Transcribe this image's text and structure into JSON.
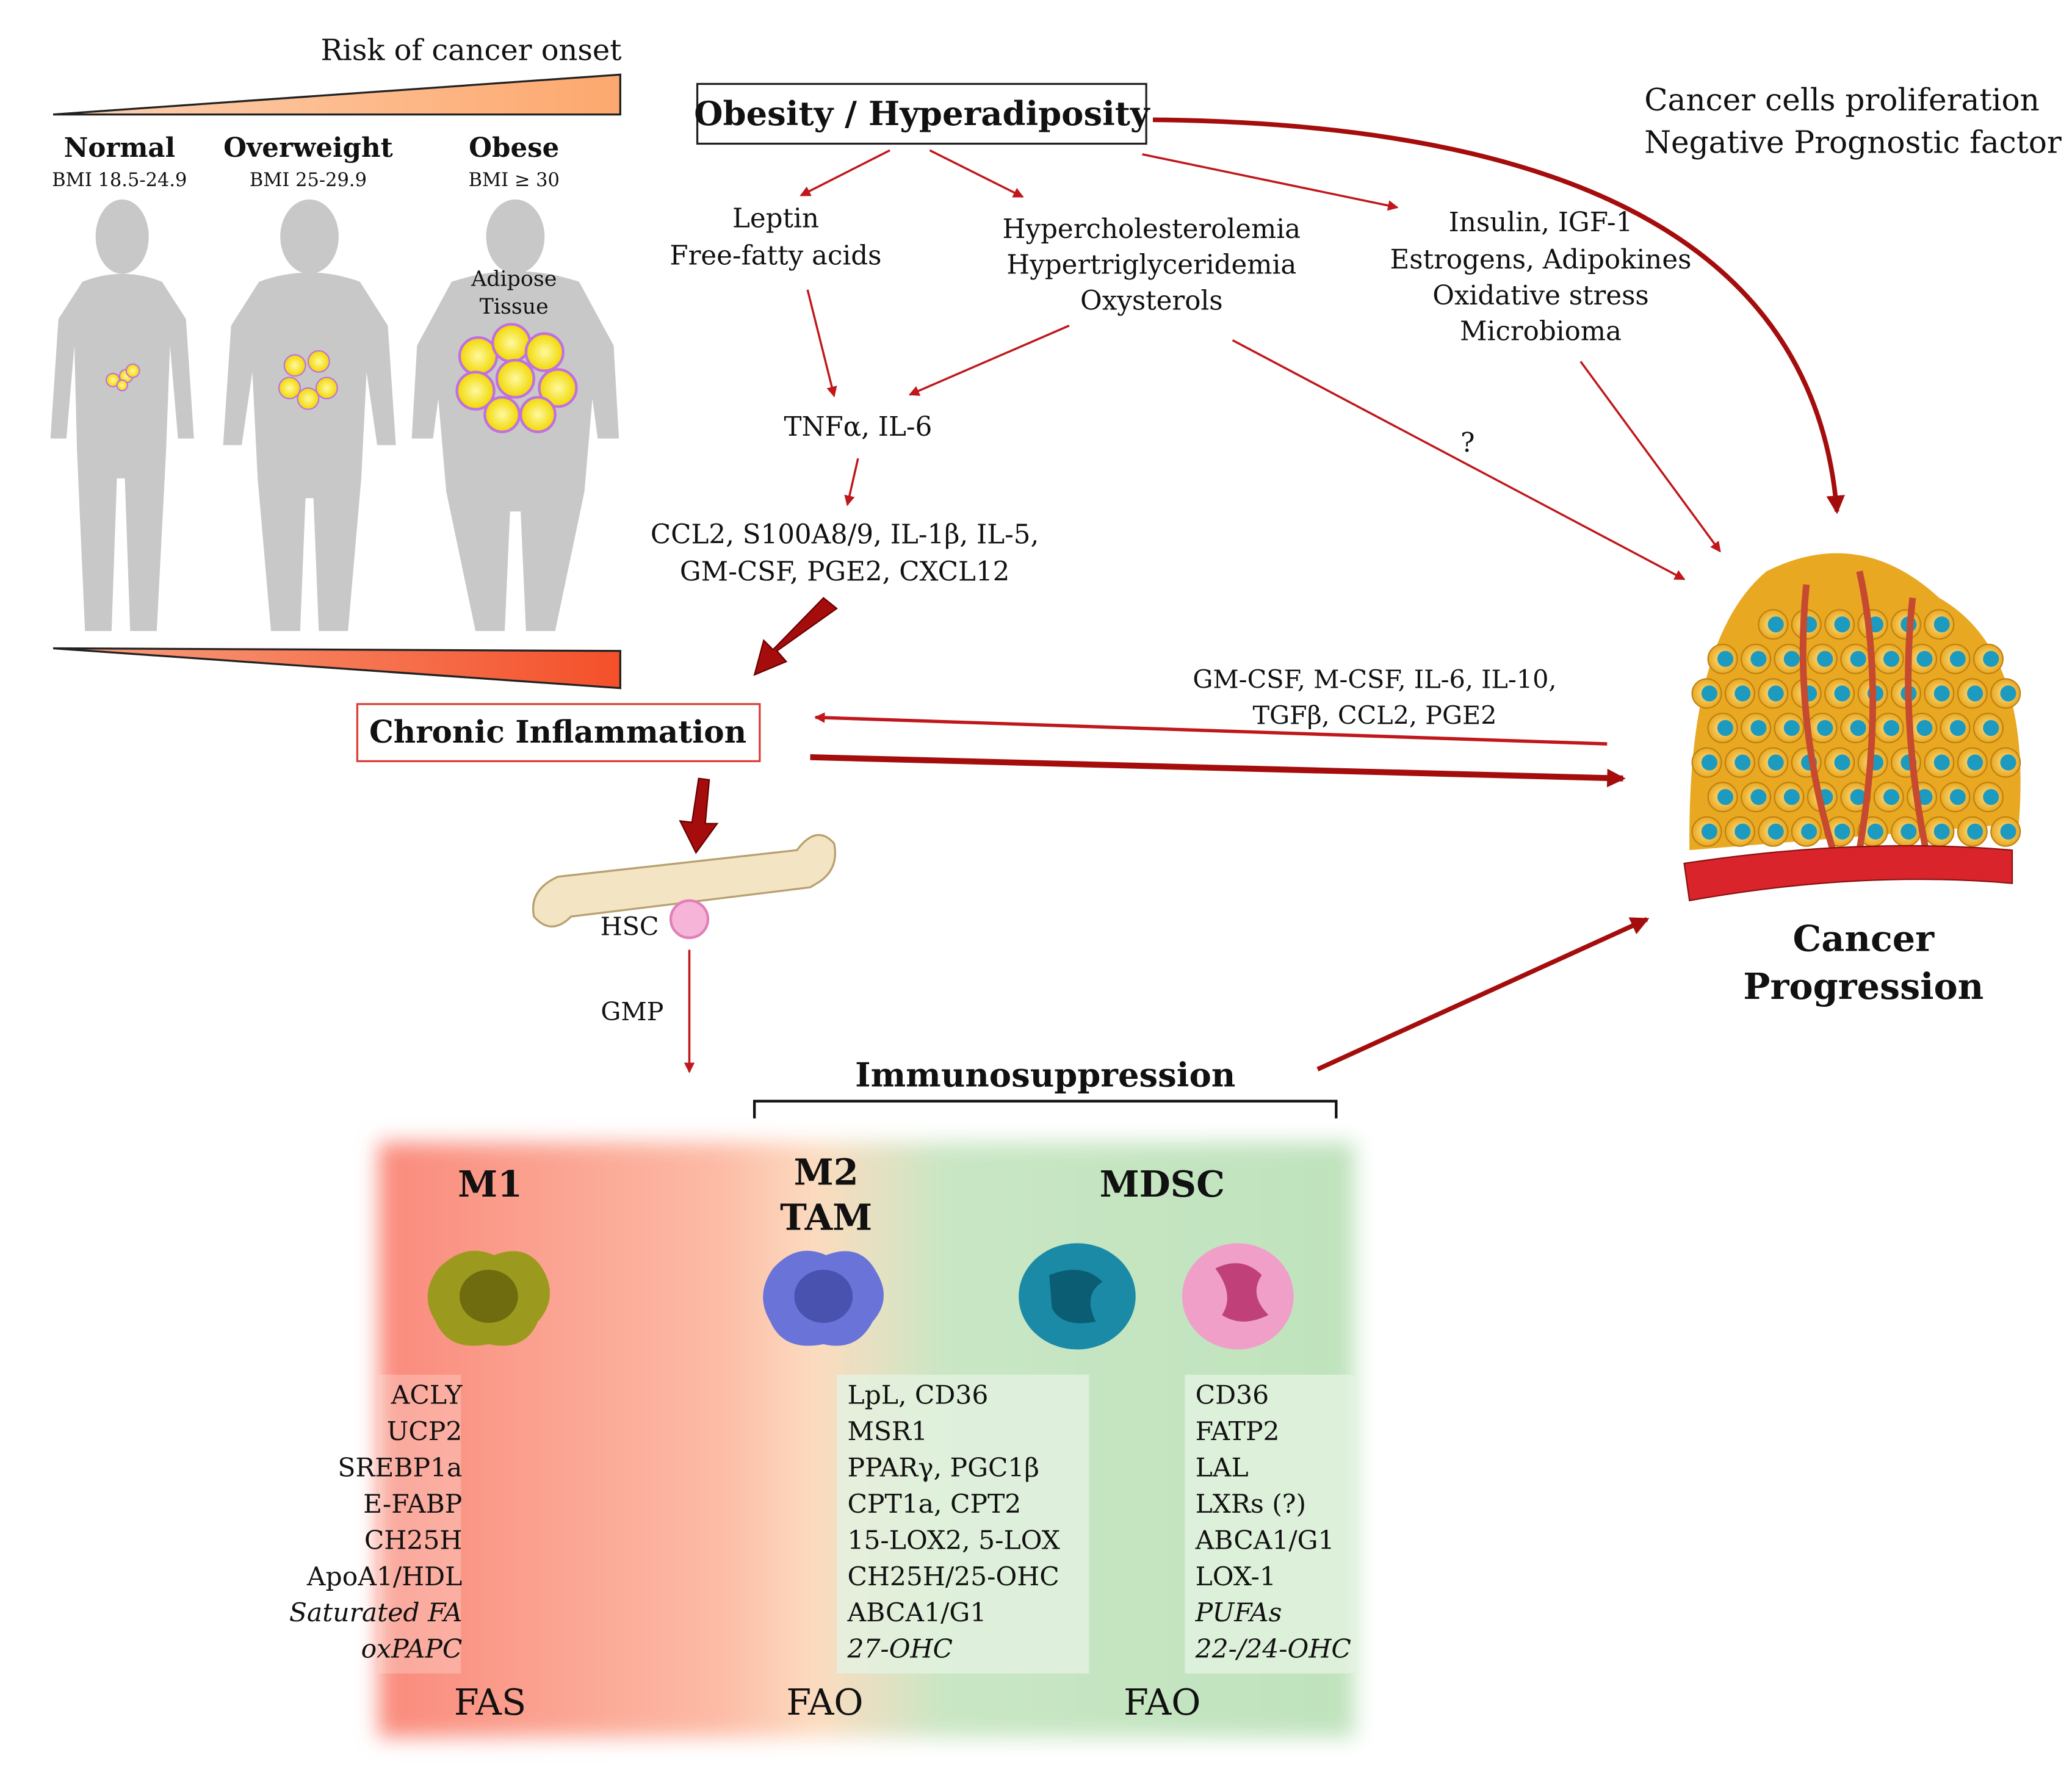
{
  "risk": {
    "label": "Risk of cancer onset"
  },
  "bmi_groups": [
    {
      "name": "Normal",
      "bmi": "BMI 18.5-24.9"
    },
    {
      "name": "Overweight",
      "bmi": "BMI 25-29.9"
    },
    {
      "name": "Obese",
      "bmi": "BMI ≥ 30"
    }
  ],
  "adipose_label": [
    "Adipose",
    "Tissue"
  ],
  "obesity_box": "Obesity / Hyperadiposity",
  "leptin": [
    "Leptin",
    "Free-fatty acids"
  ],
  "lipids": [
    "Hypercholesterolemia",
    "Hypertriglyceridemia",
    "Oxysterols"
  ],
  "insulin": [
    "Insulin, IGF-1",
    "Estrogens, Adipokines",
    "Oxidative stress",
    "Microbioma"
  ],
  "prolif": [
    "Cancer cells proliferation",
    "Negative Prognostic factor"
  ],
  "tnf": "TNFα, IL-6",
  "question": "?",
  "cytokines": [
    "CCL2, S100A8/9, IL-1β, IL-5,",
    "GM-CSF, PGE2, CXCL12"
  ],
  "chronic_box": "Chronic Inflammation",
  "tumor_factors": [
    "GM-CSF, M-CSF, IL-6, IL-10,",
    "TGFβ, CCL2, PGE2"
  ],
  "cancer": [
    "Cancer",
    "Progression"
  ],
  "hsc": "HSC",
  "gmp": "GMP",
  "immunosuppression": "Immunosuppression",
  "colors": {
    "arrow": "#c0171b",
    "dark_arrow": "#a50d0d",
    "m1_panel": "#f98a7c",
    "m2_panel": "#bfe3bd",
    "risk_top": "#fdb07a",
    "risk_bottom": "#f4502a"
  },
  "panels": {
    "m1": {
      "title": "M1",
      "items": [
        "ACLY",
        "UCP2",
        "SREBP1a",
        "E-FABP",
        "CH25H",
        "ApoA1/HDL",
        "Saturated FA",
        "oxPAPC"
      ],
      "italic_from": 6,
      "outcome": "FAS"
    },
    "m2": {
      "title": [
        "M2",
        "TAM"
      ],
      "items": [
        "LpL, CD36",
        "MSR1",
        "PPARγ, PGC1β",
        "CPT1a, CPT2",
        "15-LOX2, 5-LOX",
        "CH25H/25-OHC",
        "ABCA1/G1",
        "27-OHC"
      ],
      "outcome": "FAO"
    },
    "mdsc": {
      "title": "MDSC",
      "items": [
        "CD36",
        "FATP2",
        "LAL",
        "LXRs (?)",
        "ABCA1/G1",
        "LOX-1",
        "PUFAs",
        "22-/24-OHC"
      ],
      "outcome": "FAO"
    }
  }
}
